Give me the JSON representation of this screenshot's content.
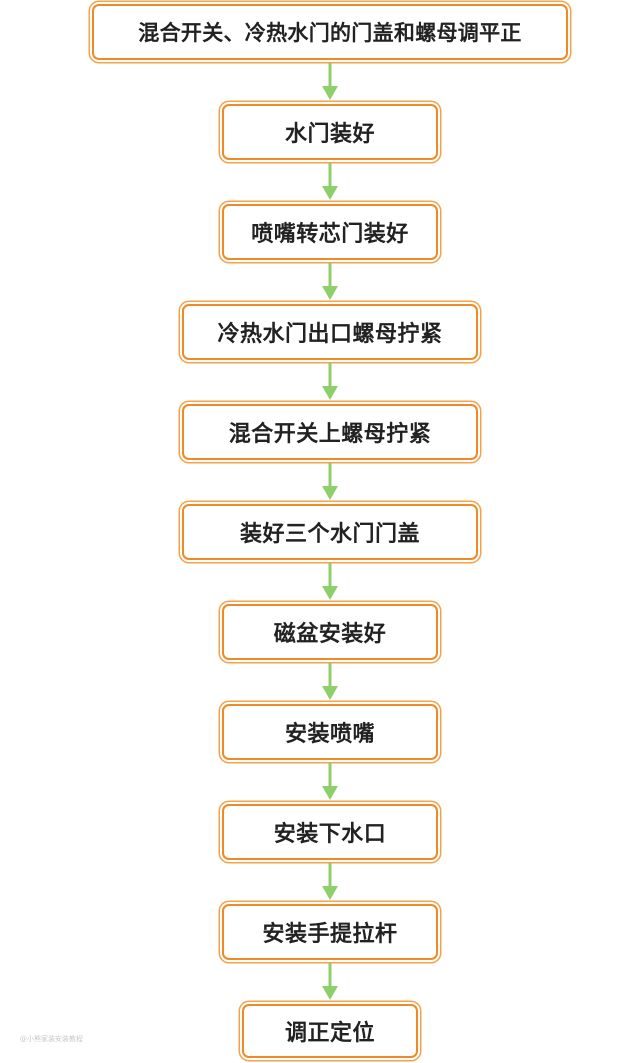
{
  "flowchart": {
    "steps": [
      "混合开关、冷热水门的门盖和螺母调平正",
      "水门装好",
      "喷嘴转芯门装好",
      "冷热水门出口螺母拧紧",
      "混合开关上螺母拧紧",
      "装好三个水门门盖",
      "磁盆安装好",
      "安装喷嘴",
      "安装下水口",
      "安装手提拉杆",
      "调正定位"
    ]
  },
  "watermark": "@小熊家装安装教程",
  "colors": {
    "box_border": "#f08a24",
    "arrow": "#8fcf6a",
    "text": "#222222"
  }
}
